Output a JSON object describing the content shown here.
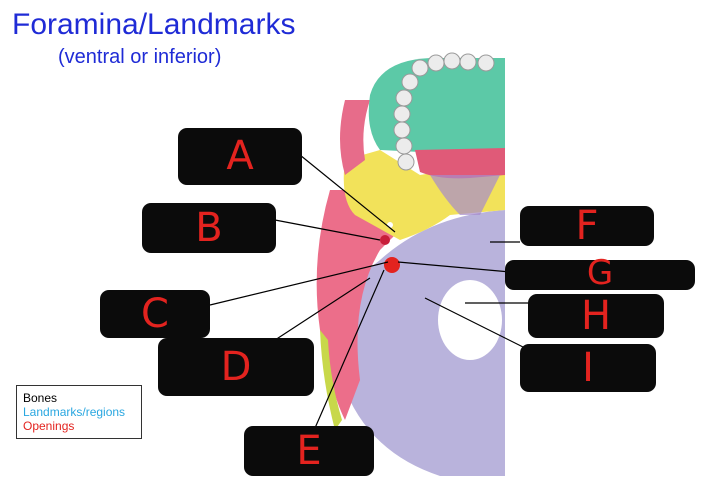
{
  "title": "Foramina/Landmarks",
  "subtitle": "(ventral or inferior)",
  "labels": [
    {
      "letter": "A"
    },
    {
      "letter": "B"
    },
    {
      "letter": "C"
    },
    {
      "letter": "D"
    },
    {
      "letter": "E"
    },
    {
      "letter": "F"
    },
    {
      "letter": "G"
    },
    {
      "letter": "H"
    },
    {
      "letter": "I"
    }
  ],
  "legend": {
    "bones": "Bones",
    "landmarks": "Landmarks/regions",
    "openings": "Openings"
  },
  "colors": {
    "title": "#1f2bd6",
    "bones": "#000000",
    "landmarks": "#2aa7e0",
    "openings": "#e3231f",
    "maxilla": "#5cc9a7",
    "palatine": "#e05a78",
    "sphenoid": "#f2e25a",
    "temporal": "#ec6e8a",
    "occipital": "#b9b3dc",
    "teeth": "#ececec"
  }
}
